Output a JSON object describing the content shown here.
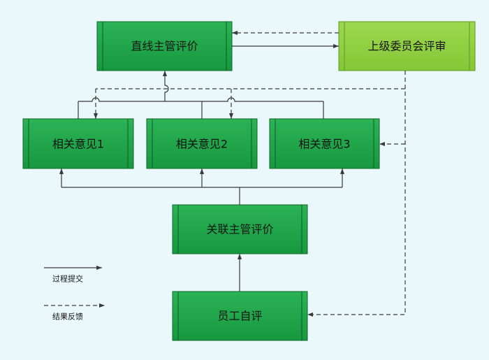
{
  "nodes": {
    "direct_manager": "直线主管评价",
    "committee": "上级委员会评审",
    "opinion_1": "相关意见1",
    "opinion_2": "相关意见2",
    "opinion_3": "相关意见3",
    "related_manager": "关联主管评价",
    "self_review": "员工自评"
  },
  "legend": {
    "solid": "过程提交",
    "dashed": "结果反馈"
  },
  "colors": {
    "background": "#eaf7fb",
    "node_fill": "#17983f",
    "node_light": "#2cb356",
    "node_border": "#0f6a2b",
    "node_bar": "#0c5a24",
    "committee_fill": "#84c737",
    "committee_light": "#9dd84e",
    "committee_border": "#5d9822",
    "line": "#3a3a3a",
    "text": "#141414"
  }
}
